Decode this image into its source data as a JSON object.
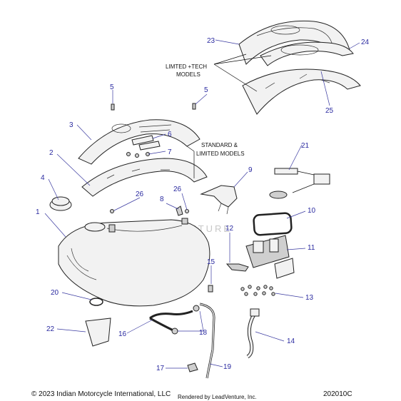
{
  "callouts": {
    "c1": "1",
    "c2": "2",
    "c3": "3",
    "c4": "4",
    "c5a": "5",
    "c5b": "5",
    "c6": "6",
    "c7": "7",
    "c8": "8",
    "c9": "9",
    "c10": "10",
    "c11": "11",
    "c12": "12",
    "c13": "13",
    "c14": "14",
    "c15": "15",
    "c16": "16",
    "c17": "17",
    "c18": "18",
    "c19": "19",
    "c20": "20",
    "c21": "21",
    "c22": "22",
    "c23": "23",
    "c24": "24",
    "c25": "25",
    "c26a": "26",
    "c26b": "26"
  },
  "notes": {
    "limited_tech_line1": "LIMTED +TECH",
    "limited_tech_line2": "MODELS",
    "standard_line1": "STANDARD &",
    "standard_line2": "LIMITED MODELS"
  },
  "footer": {
    "copyright": "© 2023 Indian Motorcycle International, LLC",
    "rendered_by": "Rendered by LeadVenture, Inc.",
    "diagram_id": "202010C"
  },
  "watermark": "LEADVENTURE",
  "colors": {
    "callout": "#2a2aa0",
    "line": "#222222"
  }
}
